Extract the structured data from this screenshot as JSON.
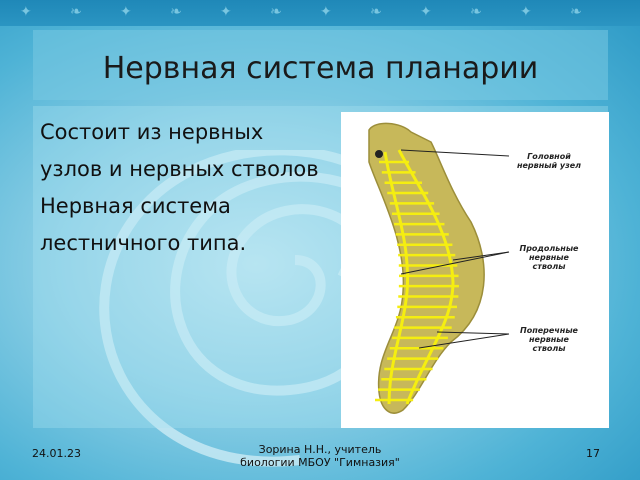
{
  "slide": {
    "title": "Нервная система планарии",
    "body_lines": [
      "Состоит из нервных",
      "узлов и нервных стволов",
      "Нервная система",
      "лестничного типа."
    ]
  },
  "figure": {
    "labels": {
      "head_ganglion_line1": "Головной",
      "head_ganglion_line2": "нервный узел",
      "longitudinal_line1": "Продольные",
      "longitudinal_line2": "нервные",
      "longitudinal_line3": "стволы",
      "transverse_line1": "Поперечные",
      "transverse_line2": "нервные",
      "transverse_line3": "стволы"
    }
  },
  "footer": {
    "date": "24.01.23",
    "author_line1": "Зорина Н.Н., учитель",
    "author_line2": "биологии МБОУ \"Гимназия\"",
    "page": "17"
  },
  "colors": {
    "worm_body": "#c7b85a",
    "nerve": "#f5ee10",
    "background_accent": "#2a97c4"
  }
}
